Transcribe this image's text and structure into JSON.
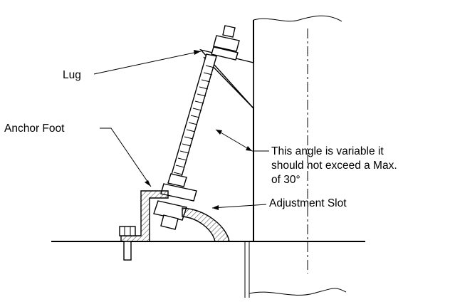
{
  "labels": {
    "lug": "Lug",
    "anchor_foot": "Anchor Foot",
    "angle_note_line1": "This angle is variable it",
    "angle_note_line2": "should not exceed a Max.",
    "angle_note_line3": "of 30°",
    "adjustment_slot": "Adjustment Slot"
  },
  "icons": [
    "lug-icon",
    "anchor-foot-icon",
    "anchor-rod-icon",
    "adjustment-slot-icon",
    "vessel-wall-icon"
  ]
}
